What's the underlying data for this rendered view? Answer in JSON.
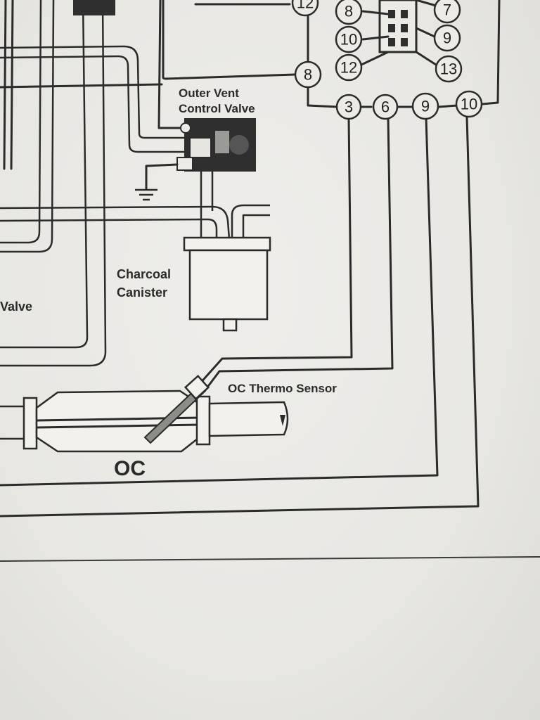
{
  "labels": {
    "outer_vent_line1": "Outer Vent",
    "outer_vent_line2": "Control Valve",
    "charcoal_line1": "Charcoal",
    "charcoal_line2": "Canister",
    "valve": "Valve",
    "oc_thermo": "OC Thermo Sensor",
    "oc": "OC"
  },
  "pins": {
    "top_left_12": "12",
    "left_8": "8",
    "bottom_3": "3",
    "bottom_6": "6",
    "bottom_9": "9",
    "bottom_10": "10",
    "conn_8": "8",
    "conn_10": "10",
    "conn_12": "12",
    "conn_7": "7",
    "conn_9": "9",
    "conn_13": "13"
  }
}
